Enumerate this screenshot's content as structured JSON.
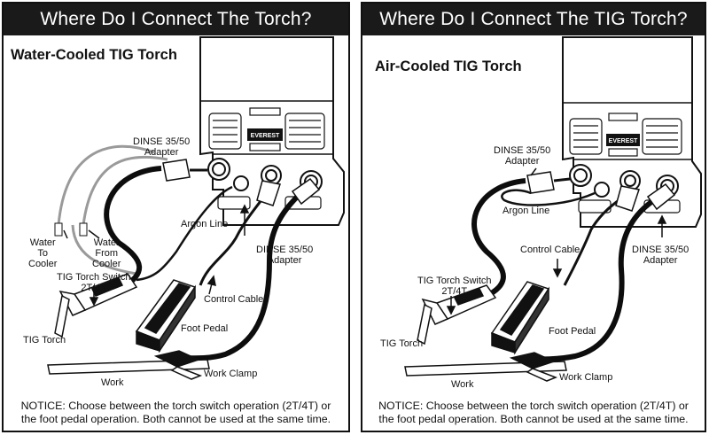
{
  "left": {
    "header": "Where Do I Connect The Torch?",
    "subtitle": "Water-Cooled TIG Torch",
    "machine_brand": "EVEREST",
    "labels": {
      "dinse_adapter_top": "DINSE 35/50\nAdapter",
      "argon_line": "Argon Line",
      "dinse_adapter_bottom": "DINSE 35/50\nAdapter",
      "water_to_cooler": "Water\nTo\nCooler",
      "water_from_cooler": "Water\nFrom\nCooler",
      "tig_torch_switch": "TIG Torch Switch\n2T/4T",
      "control_cable": "Control Cable",
      "tig_torch": "TIG Torch",
      "foot_pedal": "Foot Pedal",
      "work": "Work",
      "work_clamp": "Work Clamp"
    },
    "notice": "NOTICE: Choose between the torch switch operation (2T/4T) or the foot pedal operation. Both cannot be used at the same time."
  },
  "right": {
    "header": "Where Do I Connect The TIG Torch?",
    "subtitle": "Air-Cooled TIG Torch",
    "machine_brand": "EVEREST",
    "labels": {
      "dinse_adapter_top": "DINSE 35/50\nAdapter",
      "argon_line": "Argon Line",
      "control_cable": "Control Cable",
      "dinse_adapter_bottom": "DINSE 35/50\nAdapter",
      "tig_torch_switch": "TIG Torch Switch\n2T/4T",
      "tig_torch": "TIG Torch",
      "foot_pedal": "Foot Pedal",
      "work": "Work",
      "work_clamp": "Work Clamp"
    },
    "notice": "NOTICE: Choose between the torch switch operation (2T/4T) or the foot pedal operation. Both cannot be used at the same time."
  },
  "colors": {
    "header_bg": "#1a1a1a",
    "line": "#111111",
    "cable": "#0d0d0d",
    "water_hose": "#9a9a9a"
  }
}
